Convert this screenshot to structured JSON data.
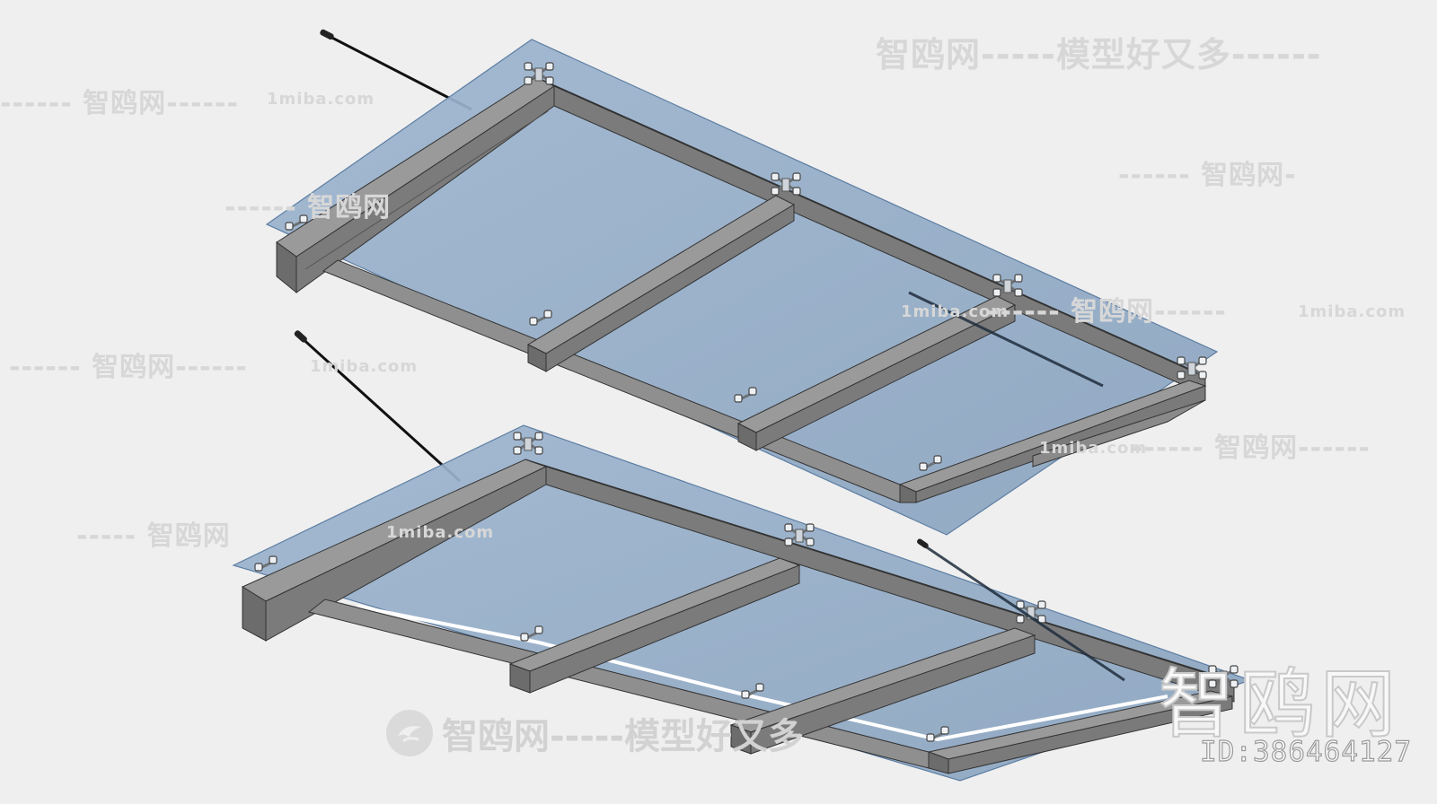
{
  "watermarks": {
    "top": "智鸥网-----模型好又多------",
    "left_upper": "------ 智鸥网------",
    "site_upper": "1miba.com",
    "right_upper": "------ 智鸥网-",
    "center_upper": "------ 智鸥网",
    "mid_left": "------ 智鸥网------",
    "site_mid_left": "1miba.com",
    "mid_right": "------ 智鸥网------",
    "site_mid_right": "1miba.com",
    "site_center": "1miba.com",
    "lower_right": "------ 智鸥网------",
    "site_lower_right": "1miba.com",
    "lower_left": "----- 智鸥网",
    "site_lower_left": "1miba.com",
    "bottom": "智鸥网-----模型好又多",
    "big": "智鸥网",
    "id": "ID:386464127"
  },
  "colors": {
    "background": "#efefef",
    "glass": "#8fa9c6",
    "steel_top": "#959595",
    "steel_side": "#6f6f6f",
    "steel_dark": "#5a5a5a",
    "rod": "#111111",
    "fitting": "#e2e6ea",
    "watermark": "#d7d7d7"
  },
  "icons": {
    "bottom_logo": "bird-logo-icon"
  }
}
